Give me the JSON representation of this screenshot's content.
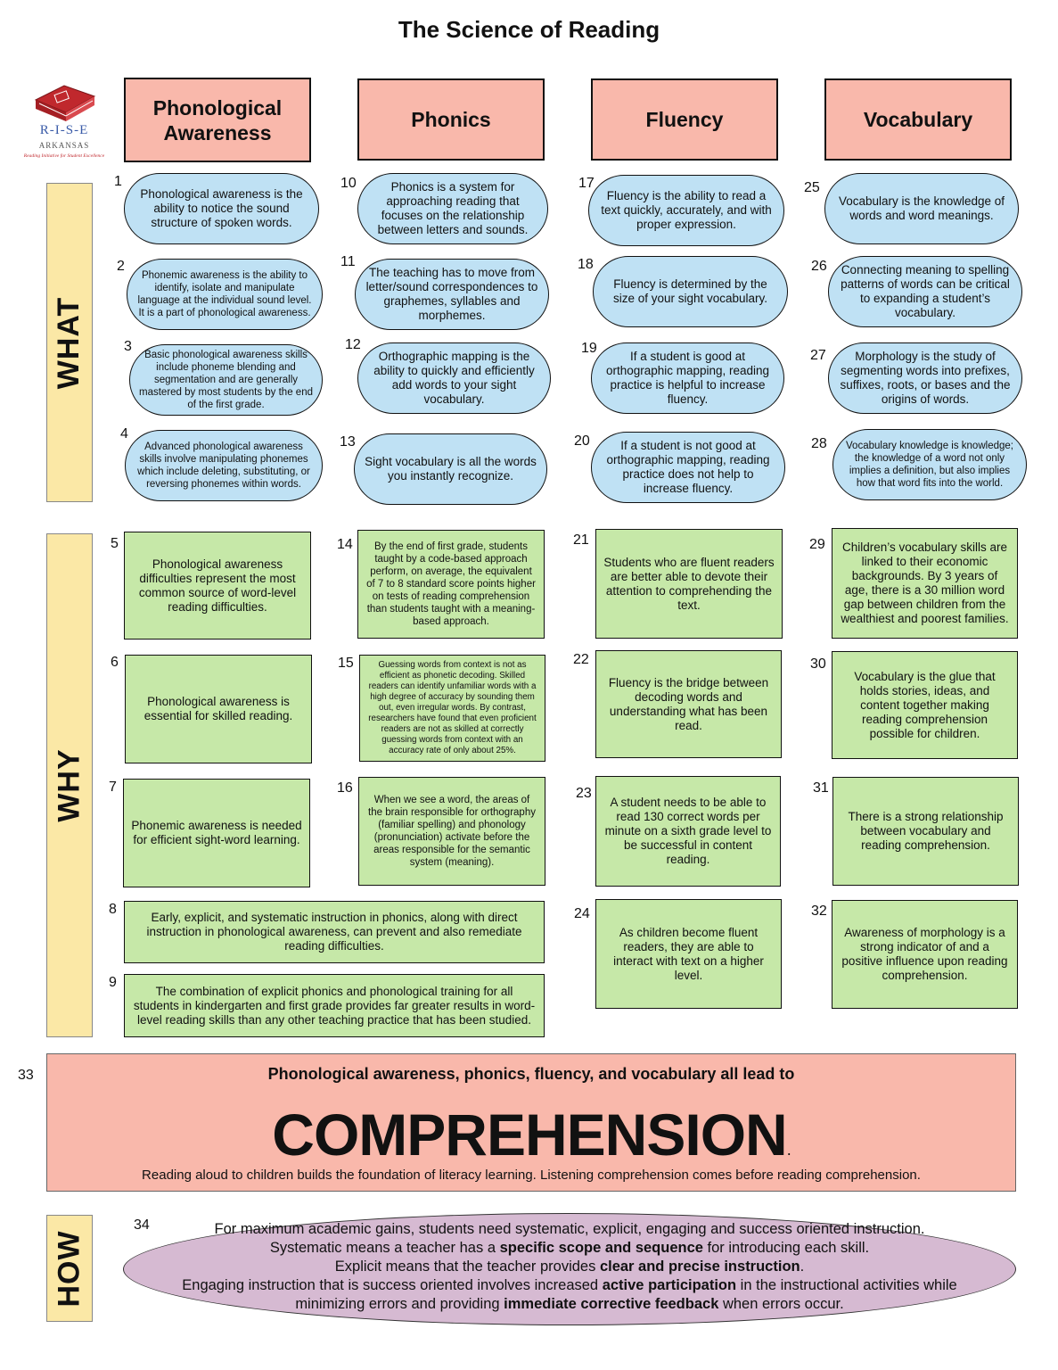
{
  "title": "The Science of Reading",
  "logo": {
    "name": "R-I-S-E",
    "state": "ARKANSAS",
    "tagline": "Reading Initiative for Student Excellence",
    "color": "#c0282d"
  },
  "headers": [
    "Phonological Awareness",
    "Phonics",
    "Fluency",
    "Vocabulary"
  ],
  "sections": {
    "what": "WHAT",
    "why": "WHY",
    "how": "HOW"
  },
  "items": {
    "n1": {
      "num": "1",
      "text": "Phonological awareness is the ability to notice the sound structure of spoken words."
    },
    "n2": {
      "num": "2",
      "text": "Phonemic awareness is the ability to identify, isolate and manipulate language at the individual sound level. It is a part of phonological awareness."
    },
    "n3": {
      "num": "3",
      "text": "Basic phonological awareness skills include phoneme blending and segmentation and are generally mastered by most students by the end of the first grade."
    },
    "n4": {
      "num": "4",
      "text": "Advanced phonological awareness skills involve manipulating phonemes which include deleting, substituting, or reversing phonemes within words."
    },
    "n5": {
      "num": "5",
      "text": "Phonological awareness difficulties represent the most common source of word-level reading difficulties."
    },
    "n6": {
      "num": "6",
      "text": "Phonological awareness is essential for skilled reading."
    },
    "n7": {
      "num": "7",
      "text": "Phonemic awareness is needed for efficient sight-word learning."
    },
    "n8": {
      "num": "8",
      "text": "Early, explicit, and systematic instruction in phonics, along with direct instruction in phonological awareness, can prevent and also remediate reading difficulties."
    },
    "n9": {
      "num": "9",
      "text": "The combination of explicit phonics and phonological training for all students in kindergarten and first grade provides far greater results in word-level reading skills than any other teaching practice that has been studied."
    },
    "n10": {
      "num": "10",
      "text": "Phonics is a system for approaching reading that focuses on the relationship between letters and sounds."
    },
    "n11": {
      "num": "11",
      "text": "The teaching has to move from letter/sound correspondences to graphemes, syllables and morphemes."
    },
    "n12": {
      "num": "12",
      "text": "Orthographic mapping is the ability to quickly and efficiently add words to your sight vocabulary."
    },
    "n13": {
      "num": "13",
      "text": "Sight vocabulary is all the words you instantly recognize."
    },
    "n14": {
      "num": "14",
      "text": "By the end of first grade, students taught by a code-based approach perform, on average, the equivalent of 7 to 8 standard score points higher on tests of reading comprehension than students taught with a meaning-based approach."
    },
    "n15": {
      "num": "15",
      "text": "Guessing words from context is not as efficient as phonetic decoding.  Skilled readers can identify unfamiliar words with a high degree of accuracy by sounding them out, even irregular words.  By contrast, researchers have found that even proficient readers are not as skilled at correctly guessing words from context with an accuracy rate of only about 25%."
    },
    "n16": {
      "num": "16",
      "text": "When we see a word, the areas of the brain responsible for orthography (familiar spelling) and phonology (pronunciation) activate before the areas responsible for the semantic system (meaning)."
    },
    "n17": {
      "num": "17",
      "text": "Fluency is the ability to read a text quickly, accurately, and with proper expression."
    },
    "n18": {
      "num": "18",
      "text": "Fluency is determined by the size of your sight vocabulary."
    },
    "n19": {
      "num": "19",
      "text": "If a student is good at orthographic mapping, reading practice is helpful to increase fluency."
    },
    "n20": {
      "num": "20",
      "text": "If a student is not good at orthographic mapping, reading practice does not help to increase fluency."
    },
    "n21": {
      "num": "21",
      "text": "Students who are fluent readers are better able to devote their attention to comprehending the text."
    },
    "n22": {
      "num": "22",
      "text": "Fluency is the bridge between decoding words and understanding what has been read."
    },
    "n23": {
      "num": "23",
      "text": "A student needs to be able to read 130 correct words per minute on a sixth grade level to be successful in content reading."
    },
    "n24": {
      "num": "24",
      "text": "As children become fluent readers, they are able to interact with text on a higher level."
    },
    "n25": {
      "num": "25",
      "text": "Vocabulary is the knowledge of words and word meanings."
    },
    "n26": {
      "num": "26",
      "text": "Connecting meaning to spelling patterns of words can be critical to expanding a student’s vocabulary."
    },
    "n27": {
      "num": "27",
      "text": "Morphology is the study of segmenting words into prefixes, suffixes, roots, or bases and the origins of words."
    },
    "n28": {
      "num": "28",
      "text": "Vocabulary knowledge is knowledge; the knowledge of a word not only implies a definition, but also implies how that word fits into the world."
    },
    "n29": {
      "num": "29",
      "text": "Children’s vocabulary skills are linked to their economic backgrounds. By 3 years of age, there is a 30 million word gap between children from the wealthiest and poorest families."
    },
    "n30": {
      "num": "30",
      "text": "Vocabulary is the glue that holds stories, ideas, and content together making reading comprehension possible for children."
    },
    "n31": {
      "num": "31",
      "text": "There is a strong relationship between vocabulary and reading comprehension."
    },
    "n32": {
      "num": "32",
      "text": "Awareness of morphology is a strong indicator of and a positive influence upon reading comprehension."
    }
  },
  "comprehension": {
    "num": "33",
    "lead": "Phonological awareness, phonics, fluency, and vocabulary all lead to",
    "word": "COMPREHENSION",
    "period": ".",
    "foot": "Reading aloud to children builds the foundation of literacy learning. Listening comprehension comes before reading comprehension."
  },
  "how": {
    "num": "34",
    "l1": "For maximum academic gains, students need systematic, explicit, engaging and success oriented instruction.",
    "l2a": "Systematic means a teacher has a ",
    "l2b": "specific scope and sequence",
    "l2c": " for introducing each skill.",
    "l3a": "Explicit means that the teacher provides ",
    "l3b": "clear and precise instruction",
    "l3c": ".",
    "l4a": "Engaging instruction that is success oriented involves increased ",
    "l4b": "active participation",
    "l4c": " in the instructional activities while",
    "l5a": "minimizing errors and providing ",
    "l5b": "immediate corrective feedback",
    "l5c": " when errors occur."
  },
  "colors": {
    "header": "#f9b8ab",
    "what": "#bfe1f4",
    "why": "#c6e8a8",
    "side": "#fbe8a6",
    "how": "#d6bad2"
  }
}
